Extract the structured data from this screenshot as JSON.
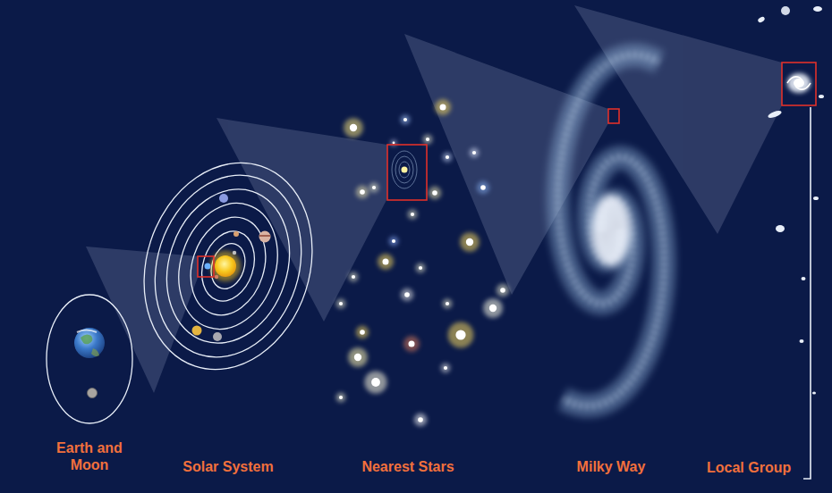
{
  "diagram": {
    "nodes": [
      {
        "text": [
          "Earth and Moon"
        ]
      },
      {
        "text": [
          "Solar System"
        ]
      },
      {
        "text": [
          "Nearest Stars"
        ]
      },
      {
        "text": [
          "Milky Way"
        ]
      }
    ],
    "labels": [
      "Local Group"
    ]
  }
}
